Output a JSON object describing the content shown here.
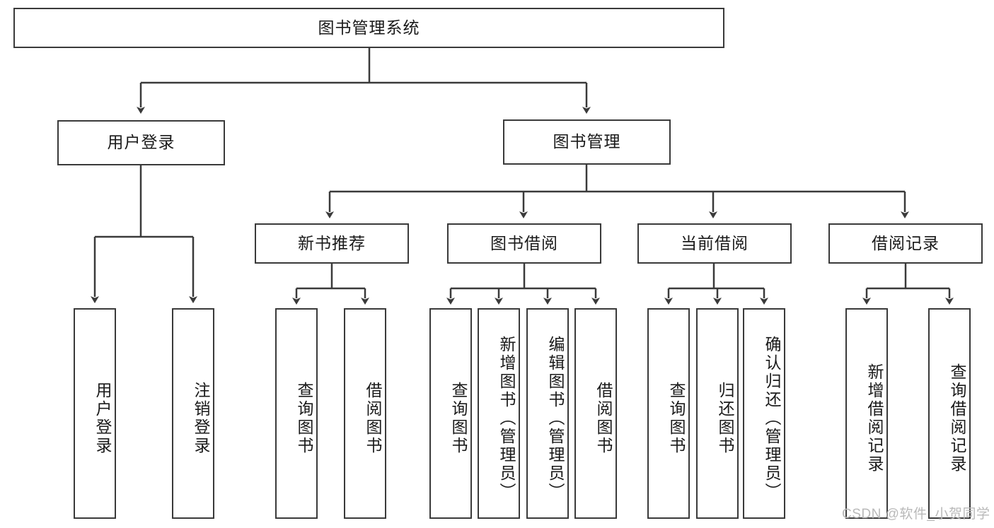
{
  "diagram": {
    "title": "图书管理系统",
    "watermark": "CSDN @软件_小贺同学",
    "colors": {
      "stroke": "#3a3a3a",
      "text": "#1a1a1a",
      "background": "#ffffff",
      "watermark": "#b9b9b9"
    },
    "nodes": {
      "root": "图书管理系统",
      "user_login": "用户登录",
      "book_manage": "图书管理",
      "new_book_recommend": "新书推荐",
      "book_borrow": "图书借阅",
      "current_borrow": "当前借阅",
      "borrow_record": "借阅记录",
      "leaf_user_login": "用户登录",
      "leaf_user_logout": "注销登录",
      "leaf_query_book_1": "查询图书",
      "leaf_borrow_book_1": "借阅图书",
      "leaf_query_book_2": "查询图书",
      "leaf_add_book": "新增图书（管理员）",
      "leaf_edit_book": "编辑图书（管理员）",
      "leaf_borrow_book_2": "借阅图书",
      "leaf_query_book_3": "查询图书",
      "leaf_return_book": "归还图书",
      "leaf_confirm_return": "确认归还（管理员）",
      "leaf_add_record": "新增借阅记录",
      "leaf_query_record": "查询借阅记录"
    },
    "hierarchy": {
      "level1": [
        "图书管理系统"
      ],
      "level2": [
        "用户登录",
        "图书管理"
      ],
      "level3": [
        "新书推荐",
        "图书借阅",
        "当前借阅",
        "借阅记录"
      ],
      "level4_groups": [
        {
          "parent": "用户登录",
          "children": [
            "用户登录",
            "注销登录"
          ]
        },
        {
          "parent": "新书推荐",
          "children": [
            "查询图书",
            "借阅图书"
          ]
        },
        {
          "parent": "图书借阅",
          "children": [
            "查询图书",
            "新增图书（管理员）",
            "编辑图书（管理员）",
            "借阅图书"
          ]
        },
        {
          "parent": "当前借阅",
          "children": [
            "查询图书",
            "归还图书",
            "确认归还（管理员）"
          ]
        },
        {
          "parent": "借阅记录",
          "children": [
            "新增借阅记录",
            "查询借阅记录"
          ]
        }
      ]
    }
  }
}
